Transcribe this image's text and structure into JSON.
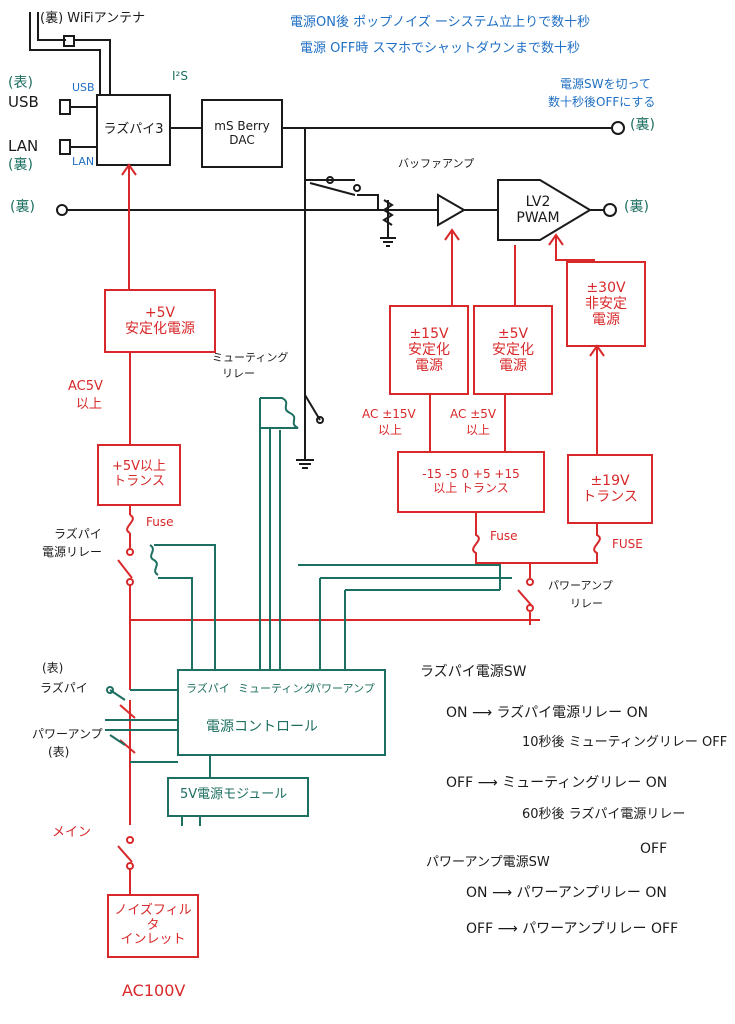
{
  "top": {
    "wifi_label": "(裏) WiFiアンテナ",
    "usb_side": "(表)",
    "usb": "USB",
    "lan": "LAN",
    "lan_side": "(裏)",
    "usb_small": "USB",
    "lan_small": "LAN",
    "back_left": "(裏)",
    "i2s": "I²S",
    "back_out": "(裏)",
    "back_right": "(裏)",
    "buffer_amp": "バッファアンプ"
  },
  "notes": {
    "line1": "電源ON後 ポップノイズ ーシステム立上りで数十秒",
    "line2": "電源 OFF時 スマホでシャットダウンまで数十秒",
    "line3": "電源SWを切って",
    "line4": "数十秒後OFFにする"
  },
  "blocks": {
    "raspi": "ラズパイ3",
    "dac": "mS Berry DAC",
    "lv2_l1": "LV2",
    "lv2_l2": "PWAM",
    "psu5_l1": "+5V",
    "psu5_l2": "安定化電源",
    "trans5_l1": "+5V以上",
    "trans5_l2": "トランス",
    "psu15_l1": "±15V",
    "psu15_l2": "安定化",
    "psu15_l3": "電源",
    "psu5b_l1": "±5V",
    "psu5b_l2": "安定化",
    "psu5b_l3": "電源",
    "psu30_l1": "±30V",
    "psu30_l2": "非安定",
    "psu30_l3": "電源",
    "trans_multi_l1": "-15 -5 0 +5 +15",
    "trans_multi_l2": "以上 トランス",
    "trans19_l1": "±19V",
    "trans19_l2": "トランス",
    "power_ctrl": "電源コントロール",
    "ctrl_raspi": "ラズパイ",
    "ctrl_muting": "ミューティング",
    "ctrl_power_amp": "パワーアンプ",
    "psu_module": "5V電源モジュール",
    "noise_filter_l1": "ノイズフィルタ",
    "noise_filter_l2": "インレット"
  },
  "labels": {
    "ac5v_l1": "AC5V",
    "ac5v_l2": "以上",
    "ac15v_a_l1": "AC ±15V",
    "ac15v_a_l2": "以上",
    "ac15v_b_l1": "AC ±5V",
    "ac15v_b_l2": "以上",
    "fuse1": "Fuse",
    "fuse2": "Fuse",
    "fuse3": "FUSE",
    "raspi_relay_l1": "ラズパイ",
    "raspi_relay_l2": "電源リレー",
    "muting_relay_l1": "ミューティング",
    "muting_relay_l2": "リレー",
    "pa_relay_l1": "パワーアンプ",
    "pa_relay_l2": "リレー",
    "sw_raspi_side": "(表)",
    "sw_raspi": "ラズパイ",
    "sw_pa": "パワーアンプ",
    "sw_pa_side": "(表)",
    "main": "メイン",
    "ac100": "AC100V"
  },
  "legend": {
    "title1": "ラズパイ電源SW",
    "r1": "ON ⟶ ラズパイ電源リレー ON",
    "r2": "10秒後 ミューティングリレー OFF",
    "r3": "OFF ⟶ ミューティングリレー ON",
    "r4": "60秒後 ラズパイ電源リレー",
    "r5": "OFF",
    "title2": "パワーアンプ電源SW",
    "r6": "ON ⟶ パワーアンプリレー ON",
    "r7": "OFF ⟶ パワーアンプリレー OFF"
  },
  "colors": {
    "ink": "#1a1a1a",
    "red": "#d8282a",
    "green": "#1d6f61",
    "blue": "#1f6fc4"
  }
}
